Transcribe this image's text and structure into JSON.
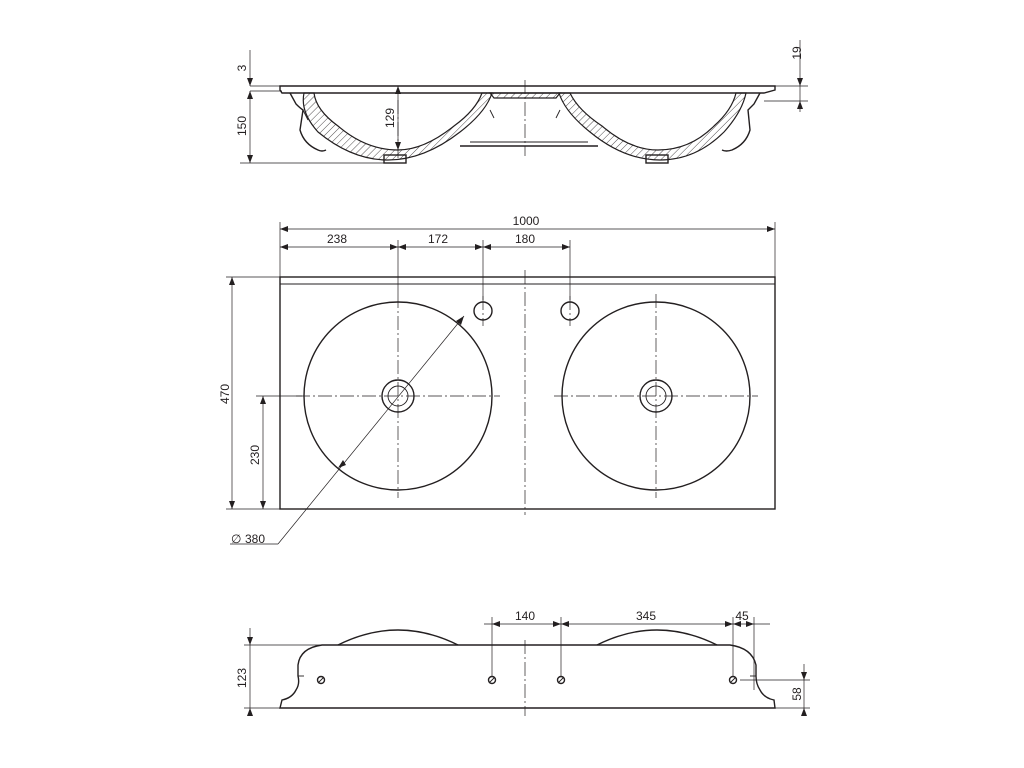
{
  "dimensions": {
    "side_lip": "3",
    "side_height": "150",
    "side_depth": "129",
    "side_rim": "19",
    "overall_width": "1000",
    "edge_to_bowl": "238",
    "bowl_to_tap": "172",
    "tap_to_tap": "180",
    "overall_depth": "470",
    "center_depth": "230",
    "bowl_diameter": "380",
    "fix_spacing_a": "140",
    "fix_spacing_b": "345",
    "fix_edge": "45",
    "back_height": "123",
    "fix_height": "58"
  },
  "symbols": {
    "diameter_symbol": "∅"
  }
}
